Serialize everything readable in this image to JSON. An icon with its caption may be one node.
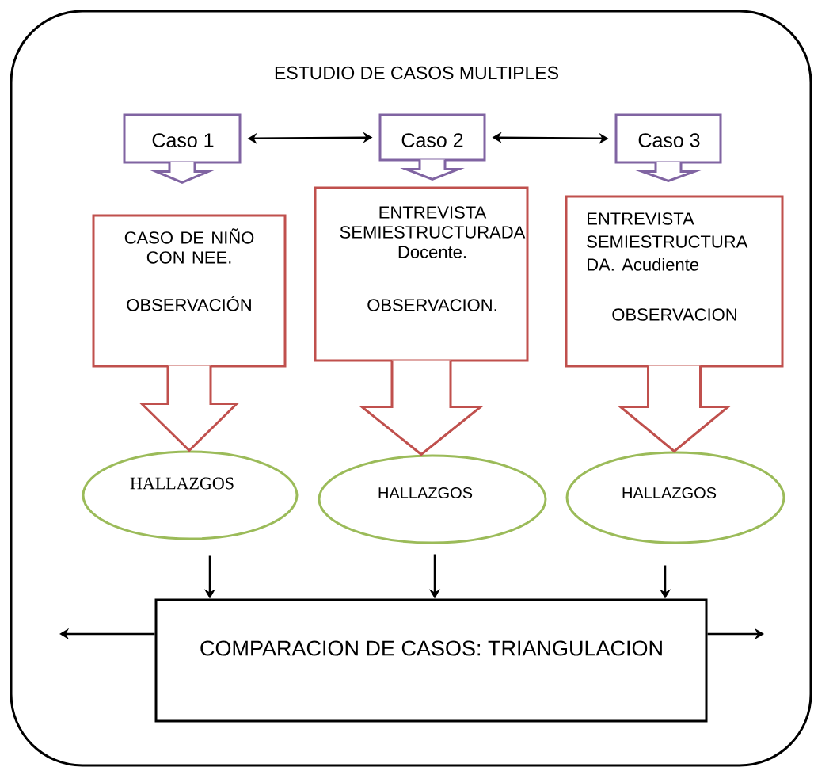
{
  "diagram": {
    "nodes": [
      {
        "text": [
          "ESTUDIO DE CASOS MULTIPLES"
        ]
      },
      {
        "text": [
          "Caso 1"
        ],
        "in": 0
      },
      {
        "text": [
          "Caso 2"
        ],
        "in": 0
      },
      {
        "text": [
          "Caso 3"
        ],
        "in": 0
      },
      {
        "text": [
          "CASO DE NIÑO CON NEE.",
          "OBSERVACIÓN"
        ],
        "in": 0
      },
      {
        "text": [
          "ENTREVISTA SEMIESTRUCTURADA Docente.",
          "OBSERVACION."
        ],
        "in": 0
      },
      {
        "text": [
          "ENTREVISTA SEMIESTRUCTURA DA. Acudiente",
          "OBSERVACION"
        ],
        "in": 0
      },
      {
        "text": [
          "HALLAZGOS"
        ],
        "in": 0
      },
      {
        "text": [
          "HALLAZGOS"
        ],
        "in": 0
      },
      {
        "text": [
          "HALLAZGOS"
        ],
        "in": 0
      },
      {
        "text": [
          "COMPARACION DE CASOS: TRIANGULACION"
        ],
        "in": 0
      }
    ],
    "edges": [
      {
        "from": 1,
        "to": 2,
        "arrow": "both"
      },
      {
        "from": 2,
        "to": 3,
        "arrow": "both"
      },
      {
        "from": 1,
        "to": 4,
        "arrow": "to",
        "color": "#8064a2"
      },
      {
        "from": 2,
        "to": 5,
        "arrow": "to",
        "color": "#8064a2"
      },
      {
        "from": 3,
        "to": 6,
        "arrow": "to",
        "color": "#8064a2"
      },
      {
        "from": 4,
        "to": 7,
        "arrow": "to",
        "color": "#c0504d"
      },
      {
        "from": 5,
        "to": 8,
        "arrow": "to",
        "color": "#c0504d"
      },
      {
        "from": 6,
        "to": 9,
        "arrow": "to",
        "color": "#c0504d"
      },
      {
        "from": 7,
        "to": 10,
        "arrow": "to"
      },
      {
        "from": 8,
        "to": 10,
        "arrow": "to"
      },
      {
        "from": 9,
        "to": 10,
        "arrow": "to"
      },
      {
        "from": 10,
        "to": null,
        "arrow": "to"
      },
      {
        "from": 10,
        "to": null,
        "arrow": "to"
      }
    ]
  }
}
